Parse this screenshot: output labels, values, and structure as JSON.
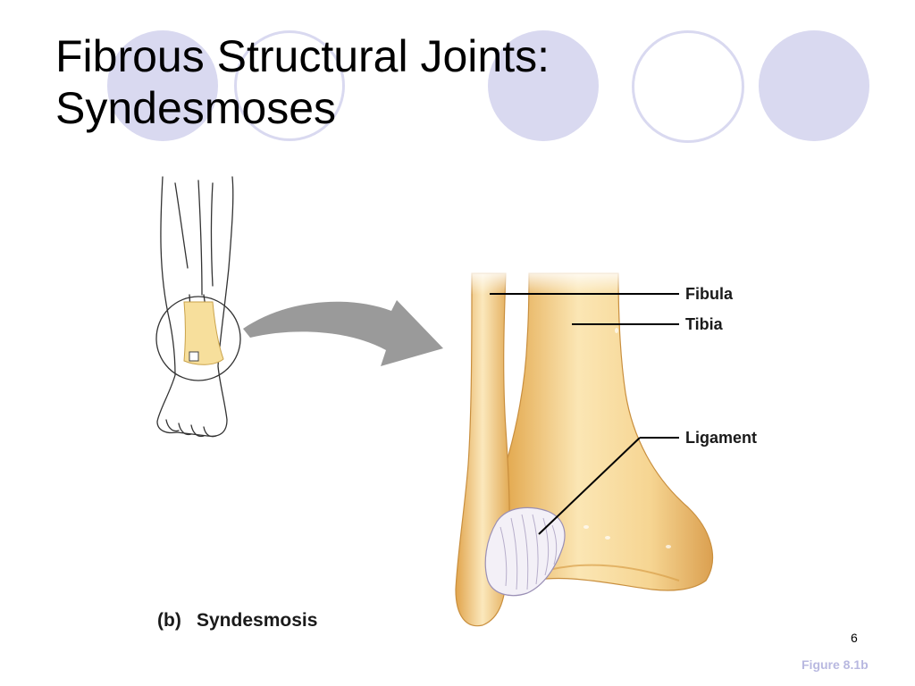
{
  "slide": {
    "title_line1": "Fibrous Structural Joints:",
    "title_line2": "Syndesmoses",
    "page_number": "6",
    "figure_ref": "Figure 8.1b"
  },
  "figure": {
    "labels": {
      "fibula": "Fibula",
      "tibia": "Tibia",
      "ligament": "Ligament"
    },
    "caption_letter": "(b)",
    "caption_title": "Syndesmosis"
  },
  "colors": {
    "decor_circle": "#d9d9f0",
    "bone_light": "#fbe6b4",
    "bone_mid": "#f2c778",
    "bone_dark": "#d9a04a",
    "arrow": "#9a9a9a",
    "figure_ref_text": "#b8b8e0"
  },
  "icons": {
    "arrow": "curved-arrow-icon",
    "leg": "leg-outline-illustration"
  }
}
